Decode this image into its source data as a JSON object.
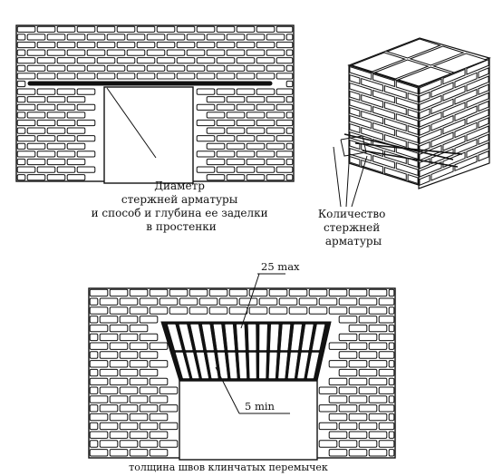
{
  "colors": {
    "ink": "#111111",
    "mortar": "#ffffff",
    "rebar": "#111111"
  },
  "fig1": {
    "label_lines": [
      "Диаметр",
      "стержней арматуры",
      "и способ и глубина ее заделки",
      "в простенки"
    ]
  },
  "fig2": {
    "label_lines": [
      "Количество",
      "стержней",
      "арматуры"
    ]
  },
  "fig3": {
    "dim_top": "25 max",
    "dim_bottom": "5 min",
    "caption": "толщина швов клинчатых перемычек"
  }
}
